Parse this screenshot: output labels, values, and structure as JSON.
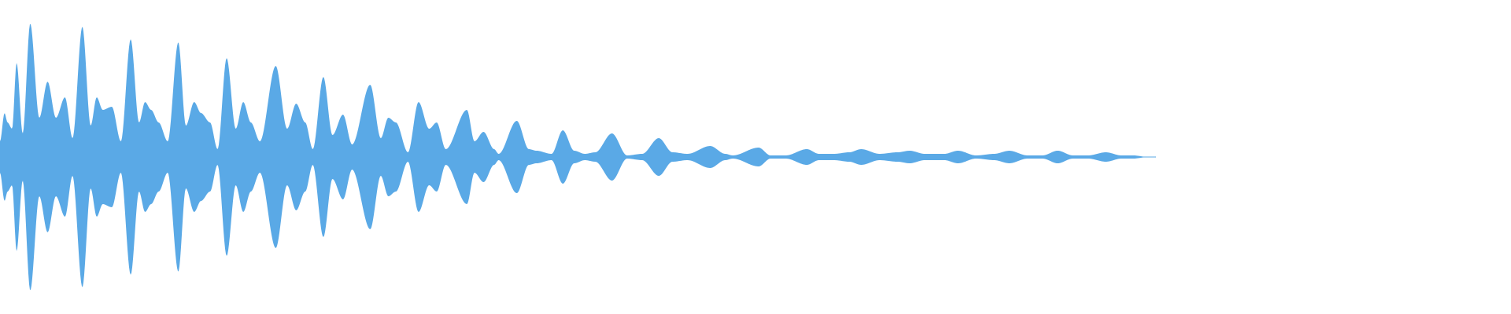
{
  "waveform": {
    "color": "#5aa9e6",
    "background": "#ffffff",
    "peaks": [
      {
        "t": 0.0,
        "a": 0.1
      },
      {
        "t": 0.003,
        "a": 0.28
      },
      {
        "t": 0.005,
        "a": 0.22
      },
      {
        "t": 0.008,
        "a": 0.18
      },
      {
        "t": 0.011,
        "a": 0.6
      },
      {
        "t": 0.015,
        "a": 0.15
      },
      {
        "t": 0.02,
        "a": 0.85
      },
      {
        "t": 0.026,
        "a": 0.25
      },
      {
        "t": 0.0315,
        "a": 0.48
      },
      {
        "t": 0.037,
        "a": 0.25
      },
      {
        "t": 0.043,
        "a": 0.38
      },
      {
        "t": 0.048,
        "a": 0.12
      },
      {
        "t": 0.0545,
        "a": 0.83
      },
      {
        "t": 0.06,
        "a": 0.2
      },
      {
        "t": 0.064,
        "a": 0.38
      },
      {
        "t": 0.068,
        "a": 0.3
      },
      {
        "t": 0.074,
        "a": 0.32
      },
      {
        "t": 0.08,
        "a": 0.1
      },
      {
        "t": 0.0865,
        "a": 0.75
      },
      {
        "t": 0.092,
        "a": 0.22
      },
      {
        "t": 0.096,
        "a": 0.35
      },
      {
        "t": 0.1,
        "a": 0.3
      },
      {
        "t": 0.105,
        "a": 0.22
      },
      {
        "t": 0.111,
        "a": 0.1
      },
      {
        "t": 0.118,
        "a": 0.73
      },
      {
        "t": 0.123,
        "a": 0.2
      },
      {
        "t": 0.1285,
        "a": 0.35
      },
      {
        "t": 0.133,
        "a": 0.28
      },
      {
        "t": 0.139,
        "a": 0.22
      },
      {
        "t": 0.144,
        "a": 0.05
      },
      {
        "t": 0.15,
        "a": 0.63
      },
      {
        "t": 0.156,
        "a": 0.18
      },
      {
        "t": 0.161,
        "a": 0.35
      },
      {
        "t": 0.166,
        "a": 0.22
      },
      {
        "t": 0.172,
        "a": 0.1
      },
      {
        "t": 0.1825,
        "a": 0.58
      },
      {
        "t": 0.19,
        "a": 0.18
      },
      {
        "t": 0.196,
        "a": 0.34
      },
      {
        "t": 0.202,
        "a": 0.22
      },
      {
        "t": 0.207,
        "a": 0.05
      },
      {
        "t": 0.214,
        "a": 0.51
      },
      {
        "t": 0.22,
        "a": 0.14
      },
      {
        "t": 0.227,
        "a": 0.27
      },
      {
        "t": 0.233,
        "a": 0.08
      },
      {
        "t": 0.245,
        "a": 0.46
      },
      {
        "t": 0.252,
        "a": 0.12
      },
      {
        "t": 0.257,
        "a": 0.25
      },
      {
        "t": 0.262,
        "a": 0.22
      },
      {
        "t": 0.27,
        "a": 0.03
      },
      {
        "t": 0.277,
        "a": 0.35
      },
      {
        "t": 0.284,
        "a": 0.18
      },
      {
        "t": 0.289,
        "a": 0.22
      },
      {
        "t": 0.295,
        "a": 0.05
      },
      {
        "t": 0.309,
        "a": 0.3
      },
      {
        "t": 0.314,
        "a": 0.1
      },
      {
        "t": 0.32,
        "a": 0.16
      },
      {
        "t": 0.327,
        "a": 0.05
      },
      {
        "t": 0.33,
        "a": 0.02
      },
      {
        "t": 0.342,
        "a": 0.23
      },
      {
        "t": 0.35,
        "a": 0.05
      },
      {
        "t": 0.355,
        "a": 0.04
      },
      {
        "t": 0.365,
        "a": 0.02
      },
      {
        "t": 0.3725,
        "a": 0.17
      },
      {
        "t": 0.38,
        "a": 0.04
      },
      {
        "t": 0.387,
        "a": 0.02
      },
      {
        "t": 0.394,
        "a": 0.03
      },
      {
        "t": 0.405,
        "a": 0.15
      },
      {
        "t": 0.415,
        "a": 0.01
      },
      {
        "t": 0.425,
        "a": 0.02
      },
      {
        "t": 0.436,
        "a": 0.12
      },
      {
        "t": 0.445,
        "a": 0.03
      },
      {
        "t": 0.455,
        "a": 0.02
      },
      {
        "t": 0.47,
        "a": 0.07
      },
      {
        "t": 0.48,
        "a": 0.02
      },
      {
        "t": 0.485,
        "a": 0.01
      },
      {
        "t": 0.502,
        "a": 0.06
      },
      {
        "t": 0.51,
        "a": 0.01
      },
      {
        "t": 0.52,
        "a": 0.01
      },
      {
        "t": 0.534,
        "a": 0.05
      },
      {
        "t": 0.542,
        "a": 0.02
      },
      {
        "t": 0.552,
        "a": 0.02
      },
      {
        "t": 0.562,
        "a": 0.03
      },
      {
        "t": 0.57,
        "a": 0.05
      },
      {
        "t": 0.582,
        "a": 0.02
      },
      {
        "t": 0.594,
        "a": 0.03
      },
      {
        "t": 0.602,
        "a": 0.04
      },
      {
        "t": 0.612,
        "a": 0.02
      },
      {
        "t": 0.625,
        "a": 0.02
      },
      {
        "t": 0.634,
        "a": 0.04
      },
      {
        "t": 0.646,
        "a": 0.01
      },
      {
        "t": 0.658,
        "a": 0.02
      },
      {
        "t": 0.668,
        "a": 0.04
      },
      {
        "t": 0.68,
        "a": 0.01
      },
      {
        "t": 0.69,
        "a": 0.01
      },
      {
        "t": 0.7,
        "a": 0.04
      },
      {
        "t": 0.71,
        "a": 0.01
      },
      {
        "t": 0.72,
        "a": 0.01
      },
      {
        "t": 0.732,
        "a": 0.03
      },
      {
        "t": 0.742,
        "a": 0.01
      },
      {
        "t": 0.75,
        "a": 0.01
      },
      {
        "t": 0.76,
        "a": 0.0
      },
      {
        "t": 1.0,
        "a": 0.0
      }
    ]
  }
}
